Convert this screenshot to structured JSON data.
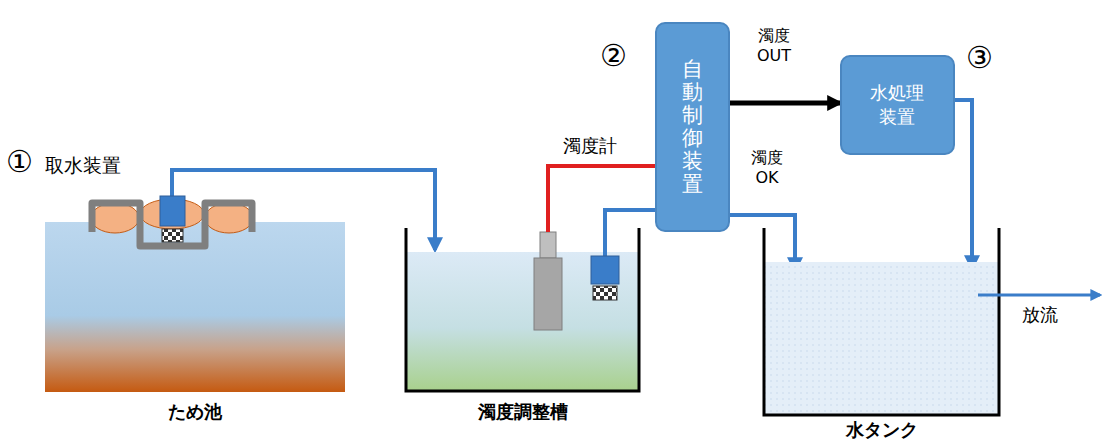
{
  "diagram": {
    "nodes": [
      {
        "text": [
          "ため池"
        ]
      },
      {
        "text": [
          "濁度調整槽"
        ]
      },
      {
        "text": [
          "自動制御装置"
        ]
      },
      {
        "text": [
          "水処理装置"
        ]
      },
      {
        "text": [
          "水タンク"
        ]
      }
    ],
    "edges": [
      {
        "from": 0,
        "to": 1,
        "arrow": "to"
      },
      {
        "from": 2,
        "to": 3,
        "arrow": "to",
        "label": "濁度 OUT"
      },
      {
        "from": 2,
        "to": 4,
        "arrow": "to",
        "label": "濁度 OK"
      },
      {
        "from": 3,
        "to": 4,
        "arrow": "to"
      }
    ],
    "labels": [
      "①",
      "取水装置",
      "②",
      "③",
      "濁度計",
      "放流"
    ]
  }
}
